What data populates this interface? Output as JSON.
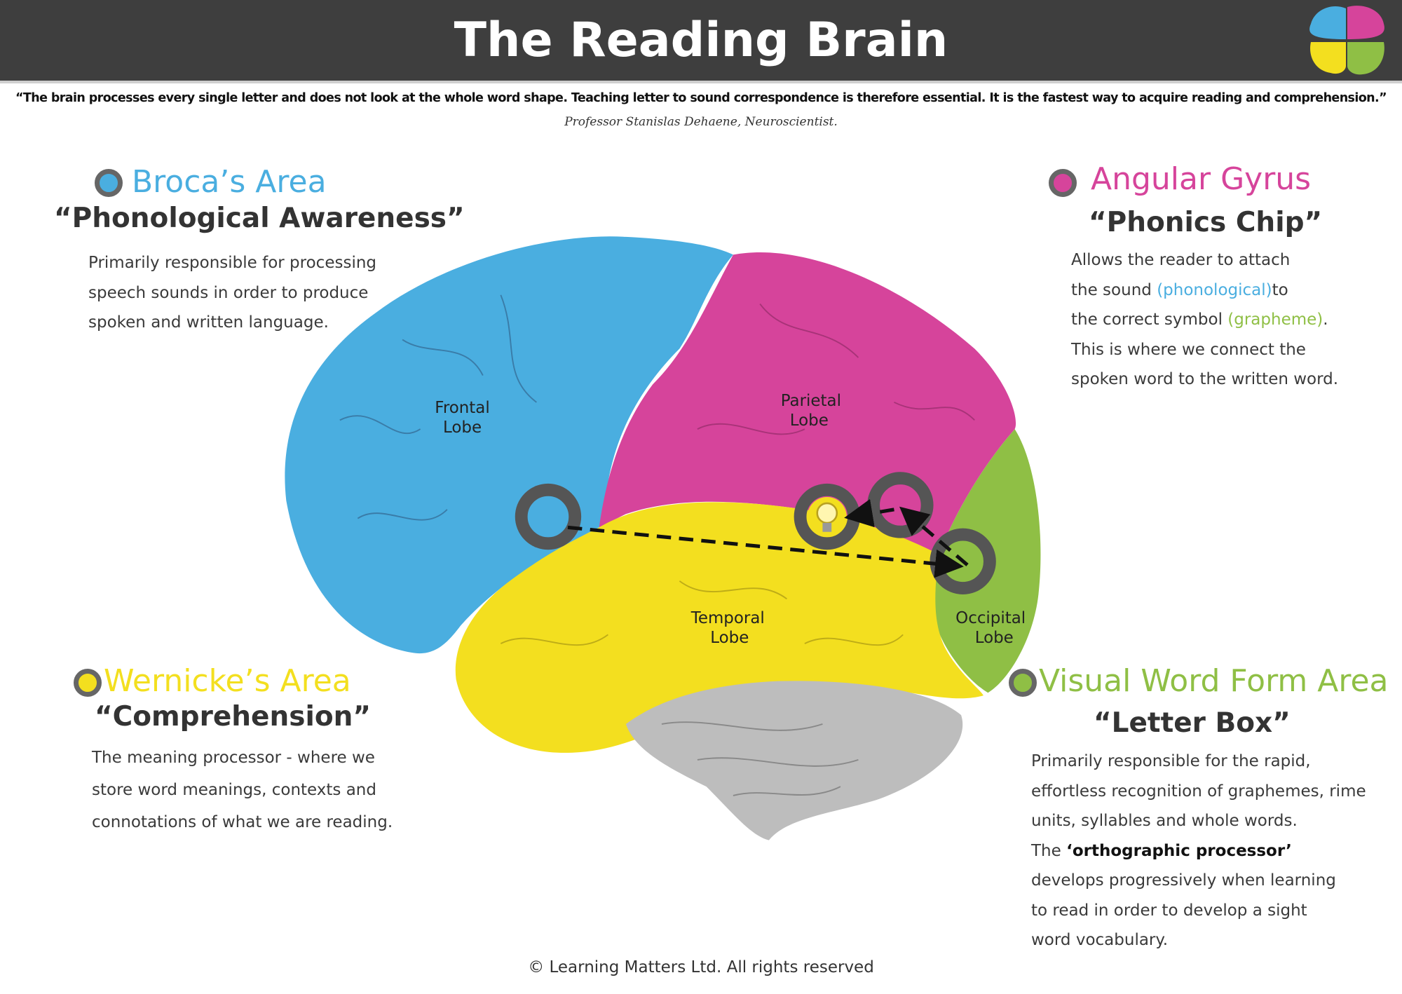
{
  "header": {
    "title": "The Reading Brain",
    "logo": "four-color-brain-logo"
  },
  "quote": {
    "text": "“The brain processes every single letter and does not look at the whole word shape. Teaching letter to sound correspondence is therefore essential. It is the fastest way to acquire reading and comprehension.”",
    "attribution": "Professor Stanislas Dehaene, Neuroscientist."
  },
  "colors": {
    "blue": "#4aaee0",
    "pink": "#d6449b",
    "yellow": "#f3df1f",
    "green": "#8fbf45",
    "gray": "#bdbdbd",
    "header": "#3e3e3e"
  },
  "broca": {
    "name": "Broca’s Area",
    "nickname": "“Phonological Awareness”",
    "lines": [
      "Primarily responsible for processing",
      "speech sounds in order to produce",
      "spoken and written language."
    ]
  },
  "angular": {
    "name": "Angular Gyrus",
    "nickname": "“Phonics Chip”",
    "line1": "Allows the reader to attach",
    "line2a": "the sound ",
    "line2b": "(phonological)",
    "line2c": "to",
    "line3a": "the correct symbol ",
    "line3b": "(grapheme)",
    "line3c": ".",
    "line4": "This is where we connect the",
    "line5": "spoken word to the written word."
  },
  "wernicke": {
    "name": "Wernicke’s Area",
    "nickname": "“Comprehension”",
    "lines": [
      "The meaning processor - where we",
      "store word meanings, contexts and",
      "connotations of what we are reading."
    ]
  },
  "vwfa": {
    "name": "Visual Word Form Area",
    "nickname": "“Letter Box”",
    "line1": "Primarily responsible for the rapid,",
    "line2": "effortless recognition of graphemes, rime",
    "line3": "units, syllables and whole words.",
    "line4a": "The ",
    "line4b": "‘orthographic processor’",
    "line5": "develops progressively when learning",
    "line6": "to read in order to develop a sight",
    "line7": "word vocabulary."
  },
  "lobes": {
    "frontal": [
      "Frontal",
      "Lobe"
    ],
    "parietal": [
      "Parietal",
      "Lobe"
    ],
    "temporal": [
      "Temporal",
      "Lobe"
    ],
    "occipital": [
      "Occipital",
      "Lobe"
    ]
  },
  "footer": "© Learning Matters Ltd. All rights reserved"
}
